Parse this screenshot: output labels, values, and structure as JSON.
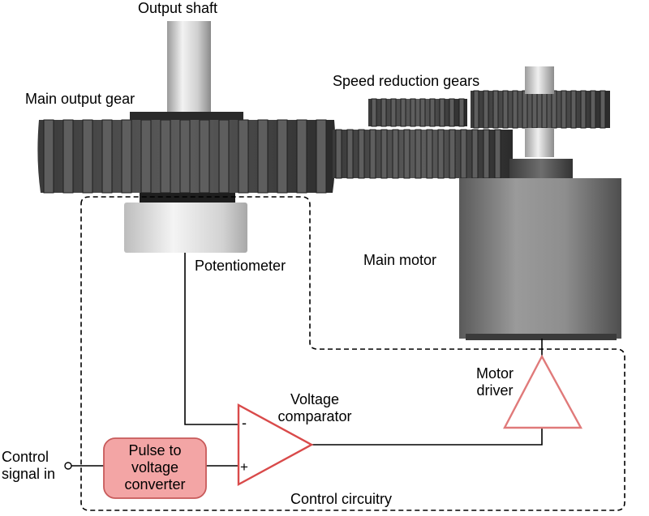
{
  "labels": {
    "output_shaft": "Output shaft",
    "main_output_gear": "Main output gear",
    "speed_reduction_gears": "Speed reduction gears",
    "potentiometer": "Potentiometer",
    "main_motor": "Main motor",
    "motor_driver_line1": "Motor",
    "motor_driver_line2": "driver",
    "voltage_comparator_line1": "Voltage",
    "voltage_comparator_line2": "comparator",
    "control_signal_line1": "Control",
    "control_signal_line2": "signal in",
    "pulse_converter_line1": "Pulse to",
    "pulse_converter_line2": "voltage",
    "pulse_converter_line3": "converter",
    "control_circuitry": "Control circuitry",
    "minus_sign": "-",
    "plus_sign": "+"
  },
  "colors": {
    "gear_dark": "#2e2e2e",
    "gear_mid": "#4a4a4a",
    "gear_light": "#6a6a6a",
    "shaft": "#d8d8d8",
    "motor_body": "#8a8a8a",
    "driver_outline": "#e07a7a",
    "comparator_outline": "#d94a4a",
    "converter_fill": "#f3a5a5",
    "converter_border": "#c85a5a",
    "wire": "#000000"
  }
}
